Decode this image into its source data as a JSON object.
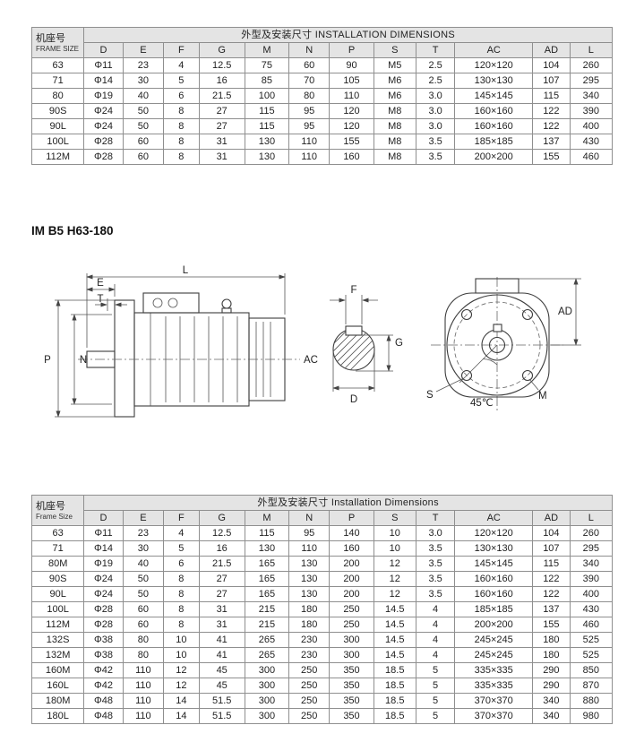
{
  "section_heading": "IM B5 H63-180",
  "tables": {
    "top": {
      "corner_zh": "机座号",
      "corner_en": "FRAME SIZE",
      "title": "外型及安装尺寸 INSTALLATION DIMENSIONS",
      "columns": [
        "D",
        "E",
        "F",
        "G",
        "M",
        "N",
        "P",
        "S",
        "T",
        "AC",
        "AD",
        "L"
      ],
      "rows": [
        [
          "63",
          "Φ11",
          "23",
          "4",
          "12.5",
          "75",
          "60",
          "90",
          "M5",
          "2.5",
          "120×120",
          "104",
          "260"
        ],
        [
          "71",
          "Φ14",
          "30",
          "5",
          "16",
          "85",
          "70",
          "105",
          "M6",
          "2.5",
          "130×130",
          "107",
          "295"
        ],
        [
          "80",
          "Φ19",
          "40",
          "6",
          "21.5",
          "100",
          "80",
          "110",
          "M6",
          "3.0",
          "145×145",
          "115",
          "340"
        ],
        [
          "90S",
          "Φ24",
          "50",
          "8",
          "27",
          "115",
          "95",
          "120",
          "M8",
          "3.0",
          "160×160",
          "122",
          "390"
        ],
        [
          "90L",
          "Φ24",
          "50",
          "8",
          "27",
          "115",
          "95",
          "120",
          "M8",
          "3.0",
          "160×160",
          "122",
          "400"
        ],
        [
          "100L",
          "Φ28",
          "60",
          "8",
          "31",
          "130",
          "110",
          "155",
          "M8",
          "3.5",
          "185×185",
          "137",
          "430"
        ],
        [
          "112M",
          "Φ28",
          "60",
          "8",
          "31",
          "130",
          "110",
          "160",
          "M8",
          "3.5",
          "200×200",
          "155",
          "460"
        ]
      ]
    },
    "bottom": {
      "corner_zh": "机座号",
      "corner_en": "Frame Size",
      "title": "外型及安装尺寸 Installation Dimensions",
      "columns": [
        "D",
        "E",
        "F",
        "G",
        "M",
        "N",
        "P",
        "S",
        "T",
        "AC",
        "AD",
        "L"
      ],
      "rows": [
        [
          "63",
          "Φ11",
          "23",
          "4",
          "12.5",
          "115",
          "95",
          "140",
          "10",
          "3.0",
          "120×120",
          "104",
          "260"
        ],
        [
          "71",
          "Φ14",
          "30",
          "5",
          "16",
          "130",
          "110",
          "160",
          "10",
          "3.5",
          "130×130",
          "107",
          "295"
        ],
        [
          "80M",
          "Φ19",
          "40",
          "6",
          "21.5",
          "165",
          "130",
          "200",
          "12",
          "3.5",
          "145×145",
          "115",
          "340"
        ],
        [
          "90S",
          "Φ24",
          "50",
          "8",
          "27",
          "165",
          "130",
          "200",
          "12",
          "3.5",
          "160×160",
          "122",
          "390"
        ],
        [
          "90L",
          "Φ24",
          "50",
          "8",
          "27",
          "165",
          "130",
          "200",
          "12",
          "3.5",
          "160×160",
          "122",
          "400"
        ],
        [
          "100L",
          "Φ28",
          "60",
          "8",
          "31",
          "215",
          "180",
          "250",
          "14.5",
          "4",
          "185×185",
          "137",
          "430"
        ],
        [
          "112M",
          "Φ28",
          "60",
          "8",
          "31",
          "215",
          "180",
          "250",
          "14.5",
          "4",
          "200×200",
          "155",
          "460"
        ],
        [
          "132S",
          "Φ38",
          "80",
          "10",
          "41",
          "265",
          "230",
          "300",
          "14.5",
          "4",
          "245×245",
          "180",
          "525"
        ],
        [
          "132M",
          "Φ38",
          "80",
          "10",
          "41",
          "265",
          "230",
          "300",
          "14.5",
          "4",
          "245×245",
          "180",
          "525"
        ],
        [
          "160M",
          "Φ42",
          "110",
          "12",
          "45",
          "300",
          "250",
          "350",
          "18.5",
          "5",
          "335×335",
          "290",
          "850"
        ],
        [
          "160L",
          "Φ42",
          "110",
          "12",
          "45",
          "300",
          "250",
          "350",
          "18.5",
          "5",
          "335×335",
          "290",
          "870"
        ],
        [
          "180M",
          "Φ48",
          "110",
          "14",
          "51.5",
          "300",
          "250",
          "350",
          "18.5",
          "5",
          "370×370",
          "340",
          "880"
        ],
        [
          "180L",
          "Φ48",
          "110",
          "14",
          "51.5",
          "300",
          "250",
          "350",
          "18.5",
          "5",
          "370×370",
          "340",
          "980"
        ]
      ]
    }
  },
  "diagram": {
    "labels": {
      "L": "L",
      "E": "E",
      "T": "T",
      "P": "P",
      "N": "N",
      "AC": "AC",
      "F": "F",
      "G": "G",
      "D": "D",
      "AD": "AD",
      "S": "S",
      "M": "M",
      "angle": "45℃"
    }
  }
}
